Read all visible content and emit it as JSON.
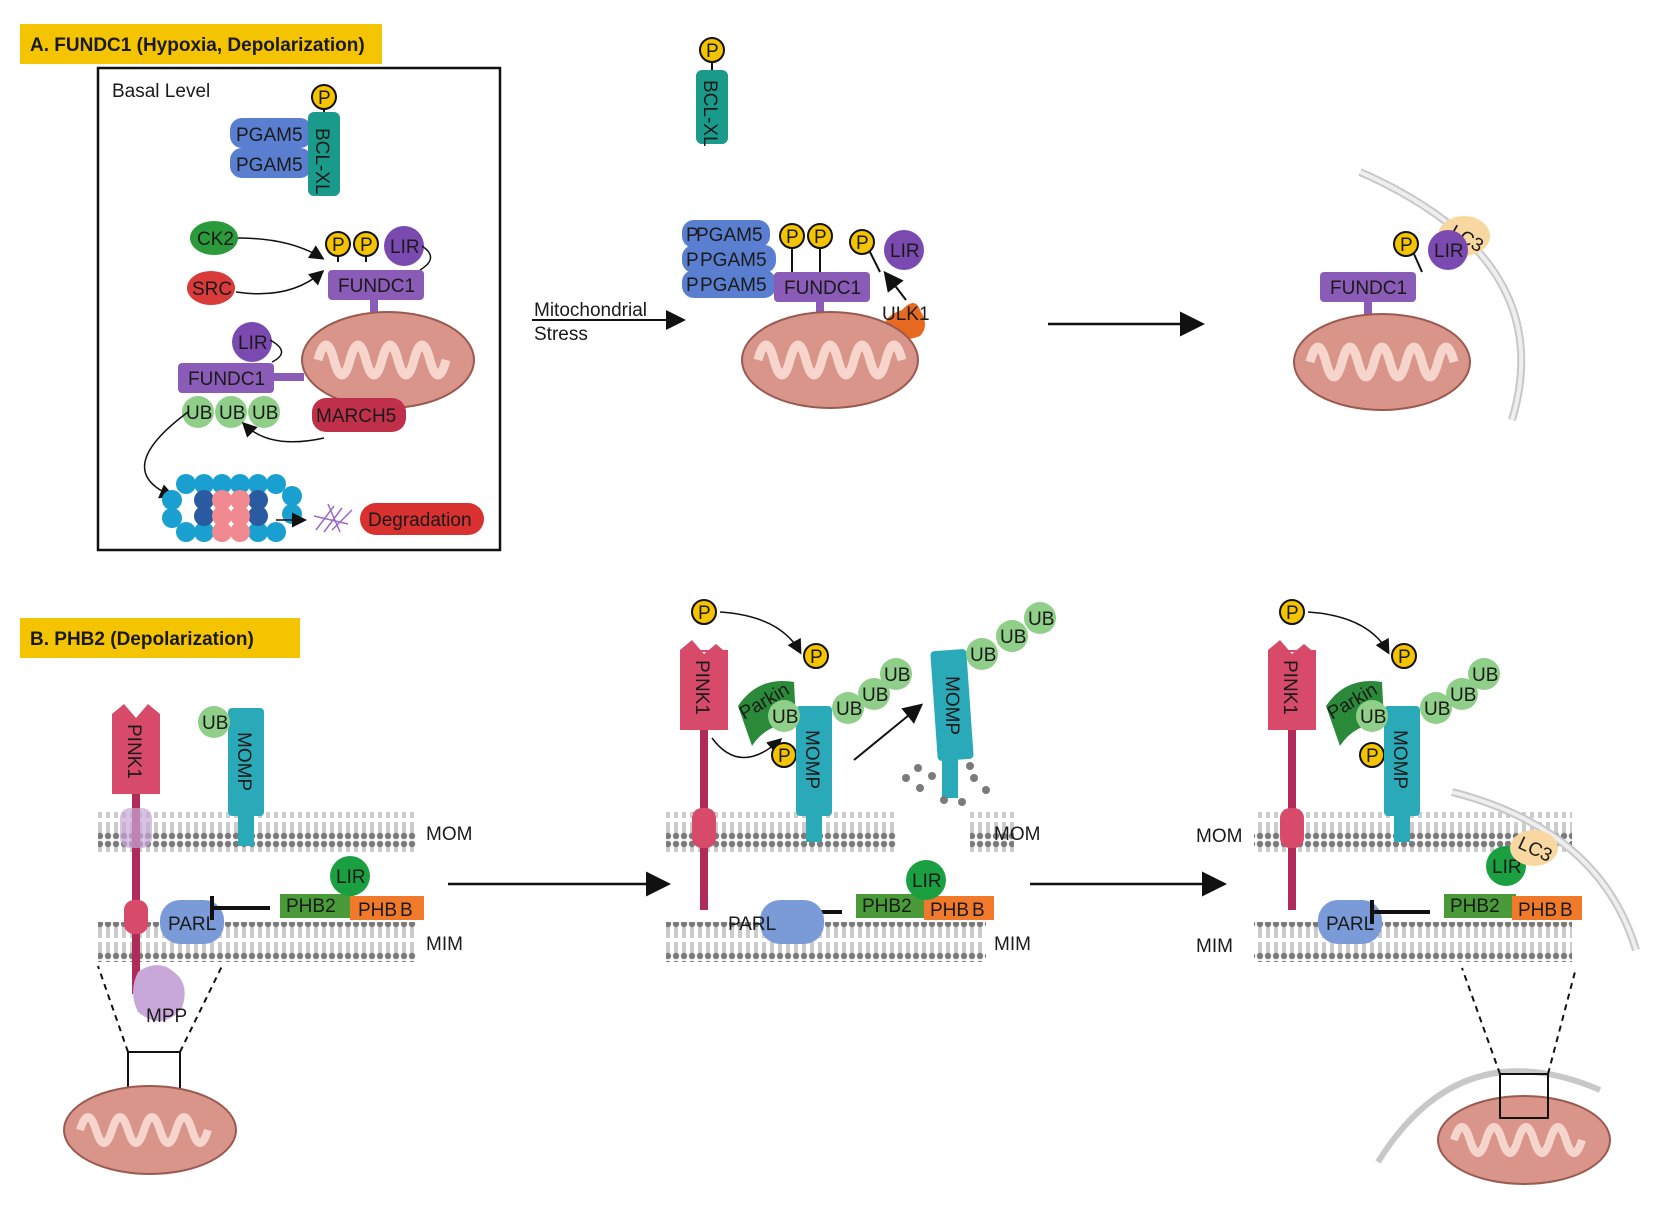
{
  "panel_a": {
    "title": "A. FUNDC1 (Hypoxia, Depolarization)",
    "basal_title": "Basal Level",
    "pgam5": "PGAM5",
    "bclxl": "BCL-XL",
    "p": "P",
    "ck2": "CK2",
    "src": "SRC",
    "lir": "LIR",
    "fundc1": "FUNDC1",
    "ub": "UB",
    "march5": "MARCH5",
    "degradation": "Degradation",
    "stress_line1": "Mitochondrial",
    "stress_line2": "Stress",
    "ulk1": "ULK1",
    "lc3": "LC3",
    "pgam5_partial": "P"
  },
  "panel_b": {
    "title": "B. PHB2 (Depolarization)",
    "pink1": "PINK1",
    "momp": "MOMP",
    "ub": "UB",
    "p": "P",
    "parkin": "Parkin",
    "mom": "MOM",
    "mim": "MIM",
    "parl": "PARL",
    "lir": "LIR",
    "phb2": "PHB2",
    "phb": "PHB",
    "b": "B",
    "mpp": "MPP",
    "lc3": "LC3"
  },
  "colors": {
    "header_bg": "#f5c400",
    "pgam5": "#5b7fd0",
    "bclxl": "#1a9a8a",
    "phospho": "#f5c400",
    "ck2": "#2a9a3a",
    "src": "#d93b3b",
    "lir": "#7a4ab0",
    "fundc1": "#8a5cb8",
    "ub": "#8fcf8a",
    "march5": "#c0304a",
    "degradation": "#d93030",
    "ulk1": "#e86a20",
    "lc3": "#f8d8a0",
    "mito": "#d9958a",
    "pink1": "#d84a6a",
    "momp": "#2aaab8",
    "parkin": "#2a8a3a",
    "parl": "#7a9ad8",
    "phb2": "#4a9a3a",
    "phb": "#f07a2a",
    "mpp": "#c8a8d8"
  }
}
